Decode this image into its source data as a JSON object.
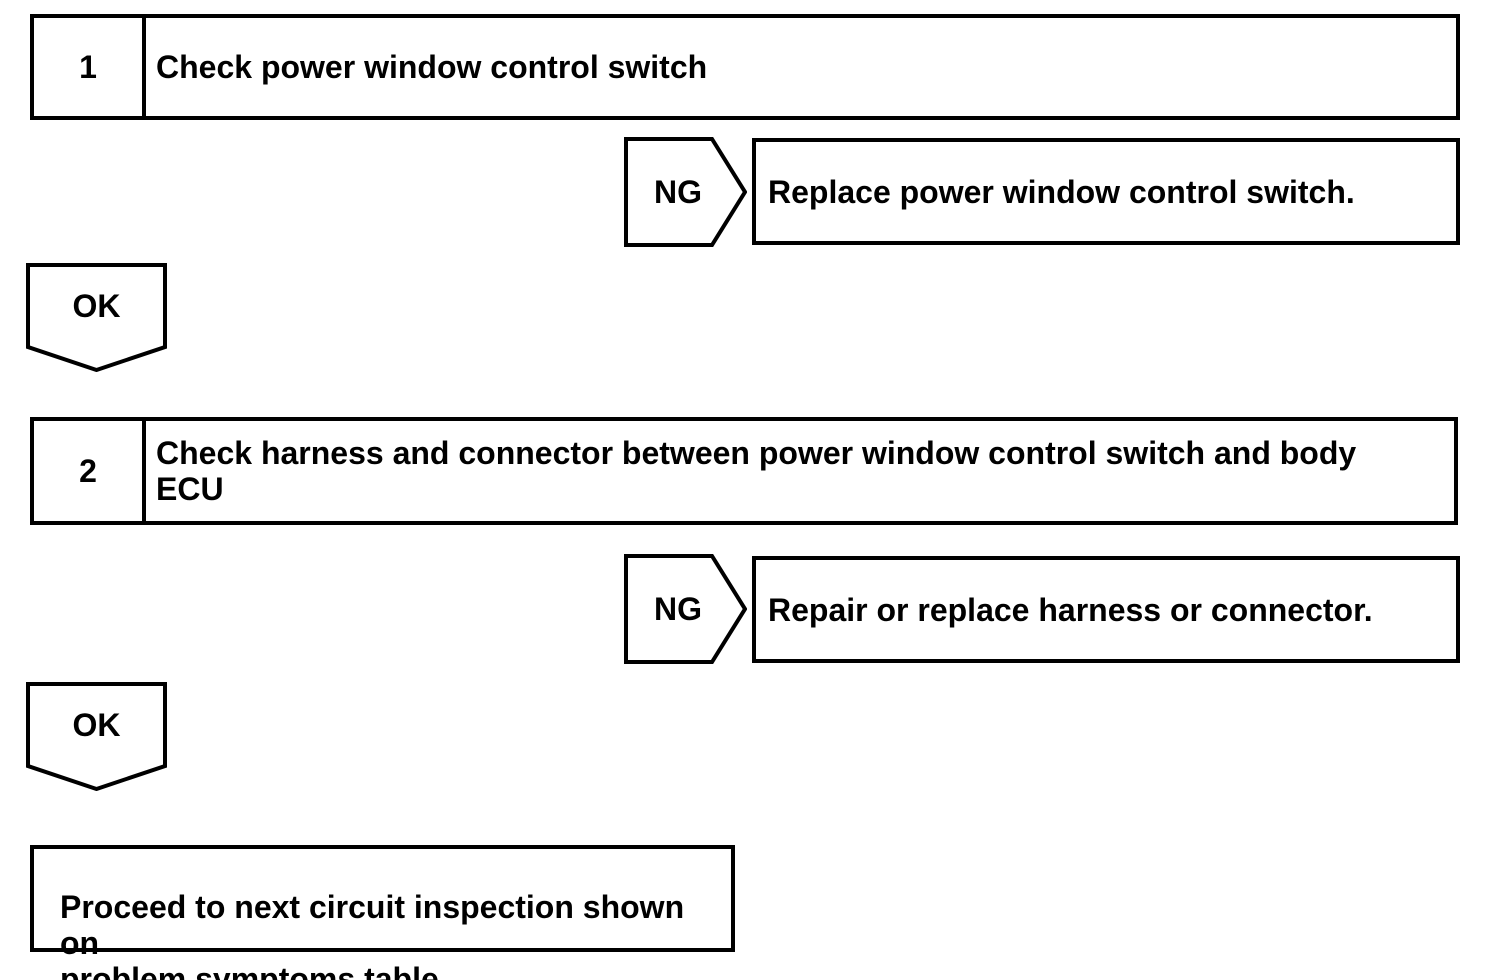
{
  "page": {
    "background_color": "#ffffff",
    "line_color": "#000000"
  },
  "flowchart": {
    "steps": [
      {
        "number": "1",
        "title": "Check power window control switch",
        "ng": {
          "label": "NG",
          "result": "Replace power window control switch."
        },
        "ok": {
          "label": "OK"
        }
      },
      {
        "number": "2",
        "title": "Check harness and connector between power window control switch and body\nECU",
        "ng": {
          "label": "NG",
          "result": "Repair or replace harness or connector."
        },
        "ok": {
          "label": "OK"
        }
      }
    ],
    "final_action": "Proceed to next circuit inspection shown on\nproblem symptoms table"
  }
}
